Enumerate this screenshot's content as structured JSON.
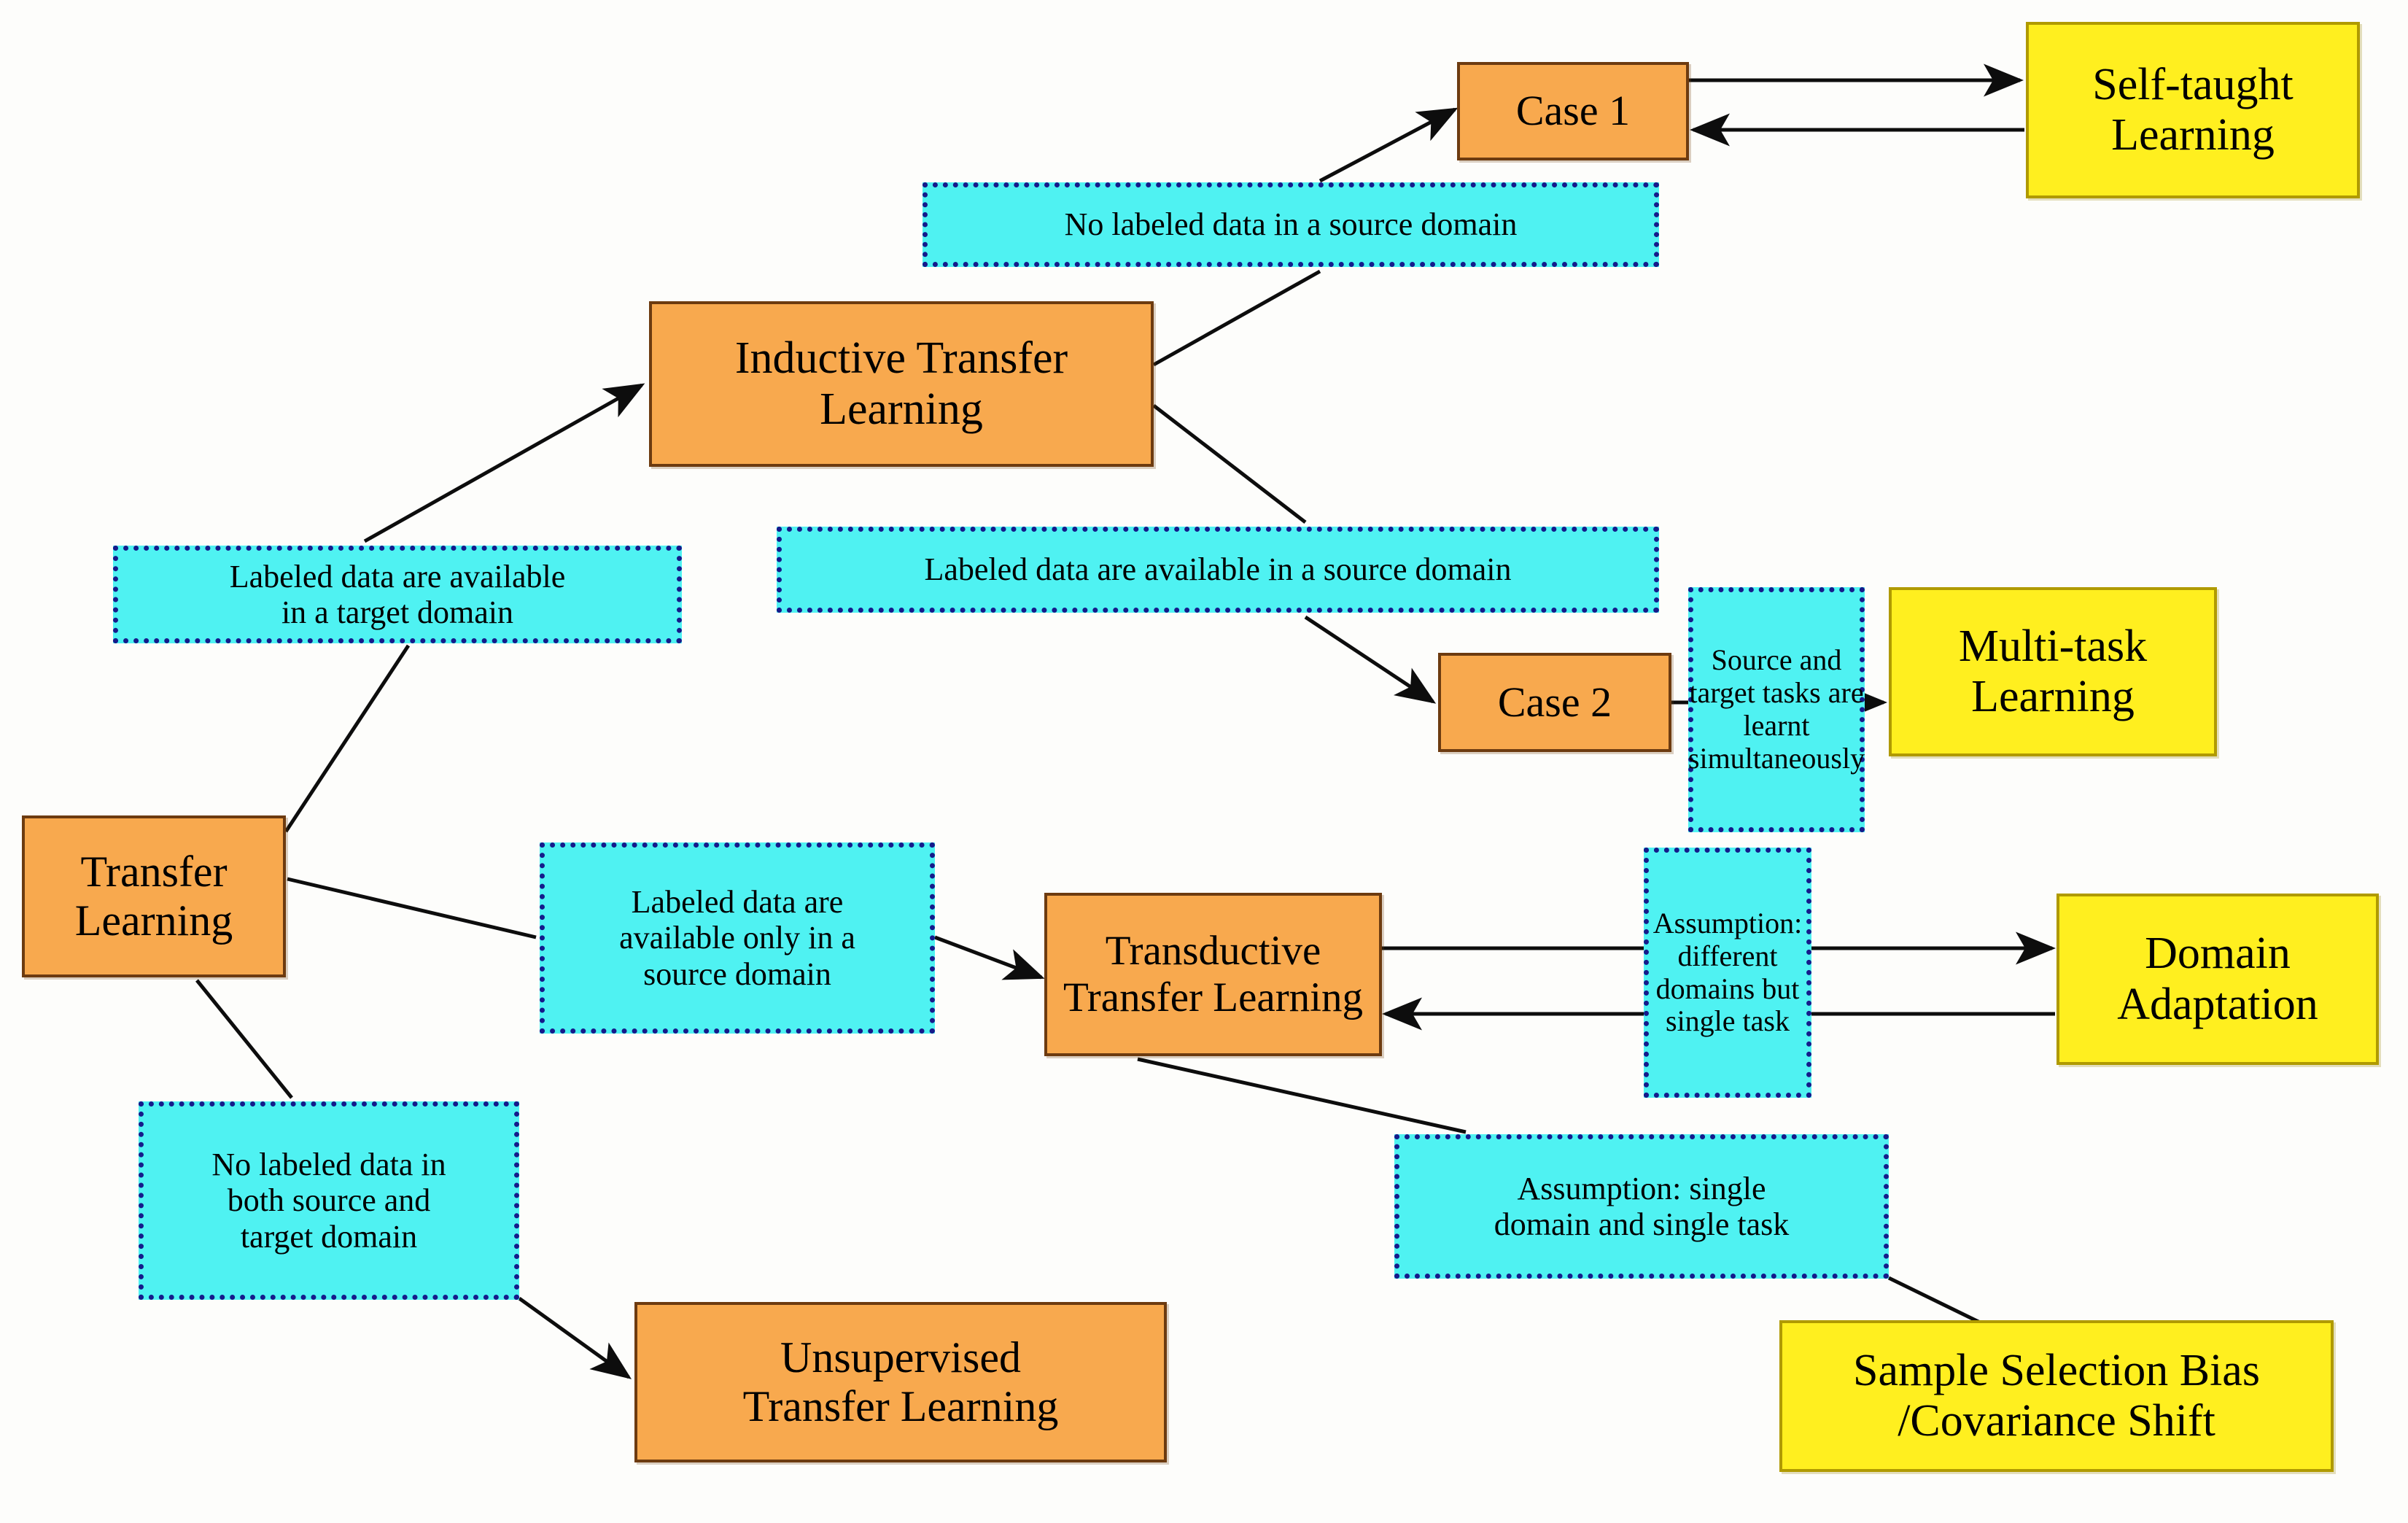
{
  "diagram": {
    "title": "Transfer Learning Taxonomy",
    "colors": {
      "orange_fill": "#f8a94e",
      "orange_border": "#6d3b10",
      "yellow_fill": "#ffef1f",
      "yellow_border": "#b09a00",
      "cyan_fill": "#4ff2f2",
      "cyan_border": "#151b8b",
      "background": "#fdfdfb",
      "edge": "#0d0d0d"
    },
    "nodes": {
      "transfer_learning": "Transfer\nLearning",
      "labeled_target_domain": "Labeled data are available\nin a target domain",
      "inductive_transfer_learning": "Inductive Transfer\nLearning",
      "no_labeled_source_domain": "No labeled data in a source domain",
      "case_1": "Case 1",
      "self_taught_learning": "Self-taught\nLearning",
      "labeled_source_domain": "Labeled data are available in a source domain",
      "case_2": "Case 2",
      "source_target_simultaneous": "Source and\ntarget tasks are\nlearnt\nsimultaneously",
      "multi_task_learning": "Multi-task\nLearning",
      "labeled_only_source_domain": "Labeled data are\navailable only in a\nsource domain",
      "transductive_transfer_learning": "Transductive\nTransfer Learning",
      "assumption_different_domains": "Assumption:\ndifferent\ndomains but\nsingle task",
      "domain_adaptation": "Domain\nAdaptation",
      "no_labeled_both_domains": "No labeled data in\nboth source and\ntarget domain",
      "unsupervised_transfer_learning": "Unsupervised\nTransfer Learning",
      "assumption_single_domain": "Assumption: single\ndomain and single task",
      "sample_selection_bias": "Sample Selection Bias\n/Covariance Shift"
    }
  },
  "chart_data": {
    "type": "diagram",
    "title": "Transfer Learning Taxonomy",
    "node_list": [
      {
        "id": "transfer_learning",
        "label": "Transfer Learning",
        "category": "root",
        "color": "orange"
      },
      {
        "id": "labeled_target_domain",
        "label": "Labeled data are available in a target domain",
        "category": "condition",
        "color": "cyan"
      },
      {
        "id": "inductive_transfer_learning",
        "label": "Inductive Transfer Learning",
        "category": "branch",
        "color": "orange"
      },
      {
        "id": "no_labeled_source_domain",
        "label": "No labeled data in a source domain",
        "category": "condition",
        "color": "cyan"
      },
      {
        "id": "case_1",
        "label": "Case 1",
        "category": "case",
        "color": "orange"
      },
      {
        "id": "self_taught_learning",
        "label": "Self-taught Learning",
        "category": "leaf",
        "color": "yellow"
      },
      {
        "id": "labeled_source_domain",
        "label": "Labeled data are available in a source domain",
        "category": "condition",
        "color": "cyan"
      },
      {
        "id": "case_2",
        "label": "Case 2",
        "category": "case",
        "color": "orange"
      },
      {
        "id": "source_target_simultaneous",
        "label": "Source and target tasks are learnt simultaneously",
        "category": "condition",
        "color": "cyan"
      },
      {
        "id": "multi_task_learning",
        "label": "Multi-task Learning",
        "category": "leaf",
        "color": "yellow"
      },
      {
        "id": "labeled_only_source_domain",
        "label": "Labeled data are available only in a source domain",
        "category": "condition",
        "color": "cyan"
      },
      {
        "id": "transductive_transfer_learning",
        "label": "Transductive Transfer Learning",
        "category": "branch",
        "color": "orange"
      },
      {
        "id": "assumption_different_domains",
        "label": "Assumption: different domains but single task",
        "category": "condition",
        "color": "cyan"
      },
      {
        "id": "domain_adaptation",
        "label": "Domain Adaptation",
        "category": "leaf",
        "color": "yellow"
      },
      {
        "id": "no_labeled_both_domains",
        "label": "No labeled data in both source and target domain",
        "category": "condition",
        "color": "cyan"
      },
      {
        "id": "unsupervised_transfer_learning",
        "label": "Unsupervised Transfer Learning",
        "category": "branch",
        "color": "orange"
      },
      {
        "id": "assumption_single_domain",
        "label": "Assumption: single domain and single task",
        "category": "condition",
        "color": "cyan"
      },
      {
        "id": "sample_selection_bias",
        "label": "Sample Selection Bias /Covariance Shift",
        "category": "leaf",
        "color": "yellow"
      }
    ],
    "edges": [
      {
        "from": "transfer_learning",
        "to": "inductive_transfer_learning",
        "via": "labeled_target_domain",
        "arrow": "to"
      },
      {
        "from": "inductive_transfer_learning",
        "to": "case_1",
        "via": "no_labeled_source_domain",
        "arrow": "to"
      },
      {
        "from": "case_1",
        "to": "self_taught_learning",
        "arrow": "both"
      },
      {
        "from": "inductive_transfer_learning",
        "to": "case_2",
        "via": "labeled_source_domain",
        "arrow": "to"
      },
      {
        "from": "case_2",
        "to": "multi_task_learning",
        "via": "source_target_simultaneous",
        "arrow": "to"
      },
      {
        "from": "transfer_learning",
        "to": "transductive_transfer_learning",
        "via": "labeled_only_source_domain",
        "arrow": "to"
      },
      {
        "from": "transductive_transfer_learning",
        "to": "domain_adaptation",
        "via": "assumption_different_domains",
        "arrow": "both"
      },
      {
        "from": "transfer_learning",
        "to": "unsupervised_transfer_learning",
        "via": "no_labeled_both_domains",
        "arrow": "to"
      },
      {
        "from": "transductive_transfer_learning",
        "to": "sample_selection_bias",
        "via": "assumption_single_domain",
        "arrow": "to"
      }
    ]
  }
}
